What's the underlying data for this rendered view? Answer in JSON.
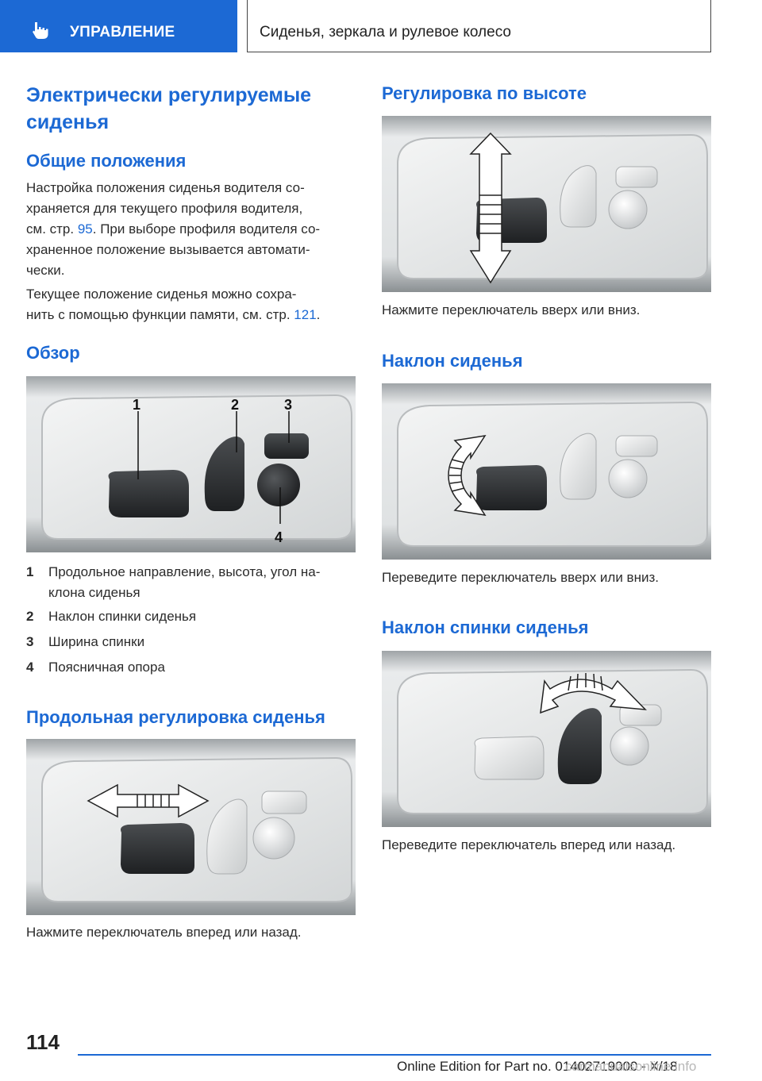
{
  "header": {
    "section_label": "УПРАВЛЕНИЕ",
    "chapter_label": "Сиденья, зеркала и рулевое колесо",
    "hand_icon": "pointing-hand-icon"
  },
  "left": {
    "title_line1": "Электрически регулируемые",
    "title_line2": "сиденья",
    "general_heading": "Общие положения",
    "general_p1_l1": "Настройка положения сиденья водителя со-",
    "general_p1_l2": "храняется для текущего профиля водителя,",
    "general_p1_l3_pre": "см. стр. ",
    "general_p1_l3_link": "95",
    "general_p1_l3_post": ". При выборе профиля водителя со-",
    "general_p1_l4": "храненное положение вызывается автомати-",
    "general_p1_l5": "чески.",
    "general_p2_l1": "Текущее положение сиденья можно сохра-",
    "general_p2_l2_pre": "нить с помощью функции памяти, см. стр. ",
    "general_p2_l2_link": "121",
    "general_p2_l2_post": ".",
    "overview_heading": "Обзор",
    "overview_callouts": [
      "1",
      "2",
      "3",
      "4"
    ],
    "legend": [
      {
        "num": "1",
        "l1": "Продольное направление, высота, угол на-",
        "l2": "клона сиденья"
      },
      {
        "num": "2",
        "l1": "Наклон спинки сиденья",
        "l2": ""
      },
      {
        "num": "3",
        "l1": "Ширина спинки",
        "l2": ""
      },
      {
        "num": "4",
        "l1": "Поясничная опора",
        "l2": ""
      }
    ],
    "longitudinal_heading": "Продольная регулировка сиденья",
    "longitudinal_caption": "Нажмите переключатель вперед или назад."
  },
  "right": {
    "height_heading": "Регулировка по высоте",
    "height_caption": "Нажмите переключатель вверх или вниз.",
    "tilt_heading": "Наклон сиденья",
    "tilt_caption": "Переведите переключатель вверх или вниз.",
    "backrest_heading": "Наклон спинки сиденья",
    "backrest_caption": "Переведите переключатель вперед или назад."
  },
  "footer": {
    "page_number": "114",
    "edition_text": "Online Edition for Part no. 01402719000 - X/18",
    "watermark": "carmanualsonline.info"
  },
  "colors": {
    "accent": "#1c69d4",
    "text": "#2b2b2b"
  }
}
